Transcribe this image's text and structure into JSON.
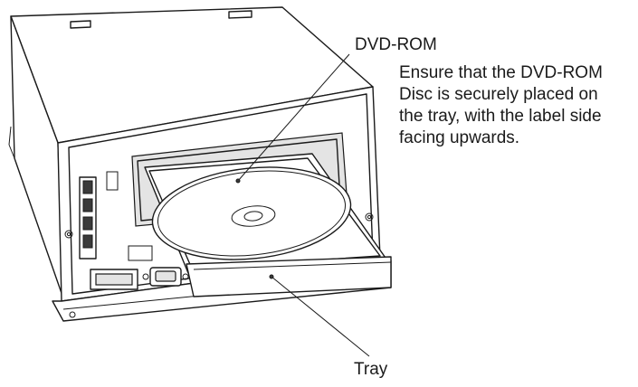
{
  "labels": {
    "dvd_rom": "DVD-ROM",
    "tray": "Tray"
  },
  "note": {
    "lines": [
      "Ensure that the DVD-ROM",
      "Disc is securely placed on",
      "the tray, with the label side",
      "facing upwards."
    ]
  },
  "colors": {
    "line": "#1a1a1a",
    "background": "#ffffff"
  }
}
